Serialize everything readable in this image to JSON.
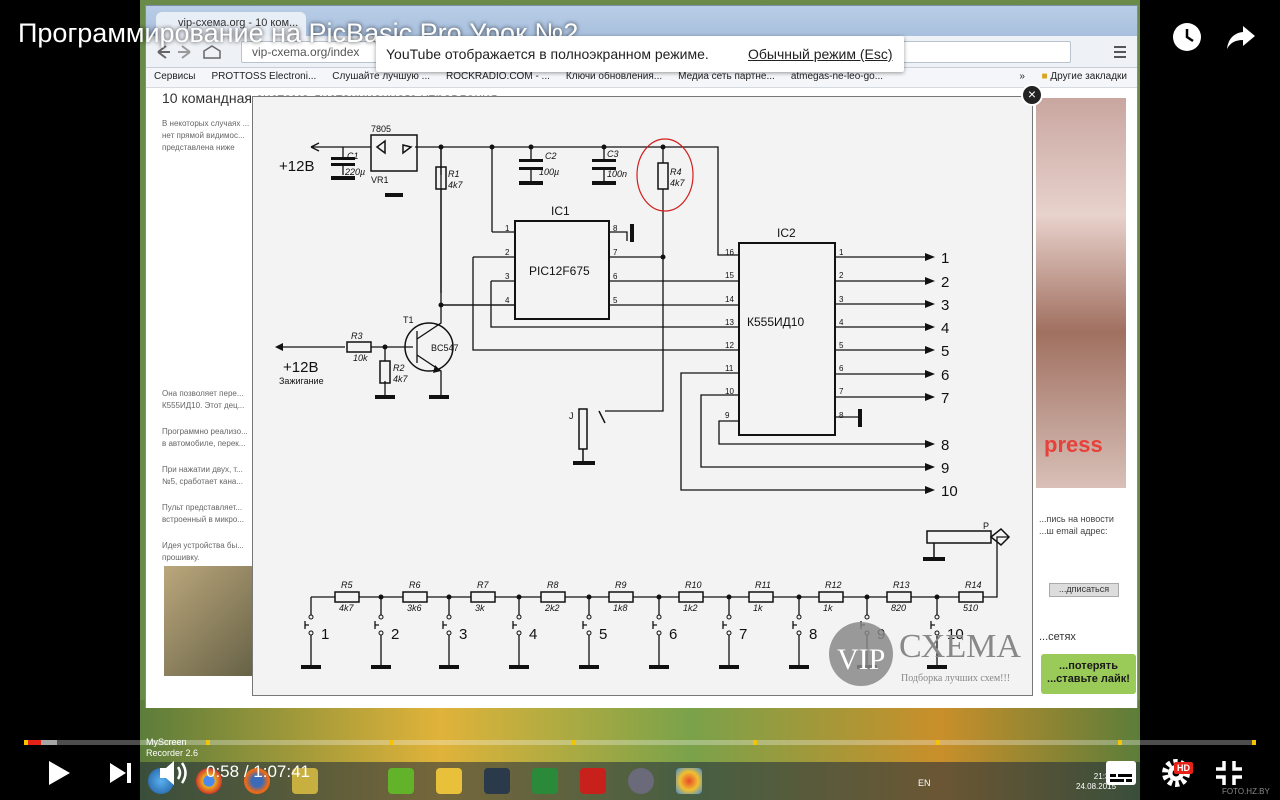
{
  "player": {
    "title": "Программирование на PicBasic Pro Урок №2",
    "fullscreen_notice": "YouTube отображается в полноэкранном режиме.",
    "exit_fullscreen_label": "Обычный режим (Esc)",
    "time_current": "0:58",
    "time_total": "1:07:41",
    "hd_label": "HD",
    "progress": {
      "played_fraction": 0.014,
      "buffered_fraction": 0.027,
      "ad_markers": [
        0.0,
        0.148,
        0.296,
        0.444,
        0.592,
        0.74,
        0.888,
        0.999
      ]
    },
    "accent_color": "#e62117",
    "watermark": "FOTO.HZ.BY"
  },
  "browser": {
    "tab_title": "vip-схема.org - 10 ком...",
    "url": "vip-cxema.org/index",
    "bookmarks": [
      "Сервисы",
      "PROTTOSS Electroni...",
      "Слушайте лучшую ...",
      "ROCKRADIO.COM - ...",
      "Ключи обновления...",
      "Медиа сеть партне...",
      "atmegas-ne-leo-go..."
    ],
    "bookmark_more": "»",
    "bookmark_other": "Другие закладки"
  },
  "page": {
    "heading": "10 командная система дистанционного управления",
    "left_paragraphs": [
      "В некоторых случаях ... нет прямой видимос... представлена ниже",
      "Она позволяет пере... К555ИД10. Этот дец...",
      "Программно реализо... в автомобиле, перек...",
      "При нажатии двух, т... №5, сработает кана...",
      "Пульт представляет... встроенный в микро...",
      "Идея устройства бы... прошивку."
    ],
    "ad_brand": "press",
    "newsletter_text": "...пись на новости ...ш email адрес:",
    "subscribe_label": "...дписаться",
    "networks_label": "...сетях",
    "like_text": "...потерять ...ставьте лайк!"
  },
  "recorder": {
    "line1": "MyScreen",
    "line2": "Recorder 2.6"
  },
  "tray": {
    "lang": "EN",
    "time": "21:3...",
    "date": "24.08.2015"
  },
  "schematic": {
    "supply_top": "+12В",
    "supply_bottom": "+12В",
    "ignition": "Зажигание",
    "regulator": "7805",
    "regulator_ref": "VR1",
    "c1": "C1",
    "c1_val": "220µ",
    "c2": "C2",
    "c2_val": "100µ",
    "c3": "C3",
    "c3_val": "100n",
    "r1": "R1",
    "r1_val": "4k7",
    "r2": "R2",
    "r2_val": "4k7",
    "r3": "R3",
    "r3_val": "10k",
    "r4": "R4",
    "r4_val": "4k7",
    "ic1_ref": "IC1",
    "ic1_name": "PIC12F675",
    "ic2_ref": "IC2",
    "ic2_name": "К555ИД10",
    "t1_ref": "T1",
    "t1_name": "BC547",
    "jumper": "J",
    "antenna": "P",
    "ic1_left_pins": [
      "1",
      "2",
      "3",
      "4"
    ],
    "ic1_right_pins": [
      "8",
      "7",
      "6",
      "5"
    ],
    "ic2_left_pins": [
      "16",
      "15",
      "14",
      "13",
      "12",
      "11",
      "10",
      "9"
    ],
    "ic2_right_pins": [
      "1",
      "2",
      "3",
      "4",
      "5",
      "6",
      "7",
      "8"
    ],
    "outputs": [
      "1",
      "2",
      "3",
      "4",
      "5",
      "6",
      "7",
      "8",
      "9",
      "10"
    ],
    "ladder_refs": [
      "R5",
      "R6",
      "R7",
      "R8",
      "R9",
      "R10",
      "R11",
      "R12",
      "R13",
      "R14"
    ],
    "ladder_vals": [
      "4k7",
      "3k6",
      "3k",
      "2k2",
      "1k8",
      "1k2",
      "1k",
      "1k",
      "820",
      "510"
    ],
    "buttons": [
      "1",
      "2",
      "3",
      "4",
      "5",
      "6",
      "7",
      "8",
      "9",
      "10"
    ],
    "logo_brand": "СХЕМА",
    "logo_vip": "VIP",
    "logo_tagline": "Подборка лучших схем!!!"
  }
}
